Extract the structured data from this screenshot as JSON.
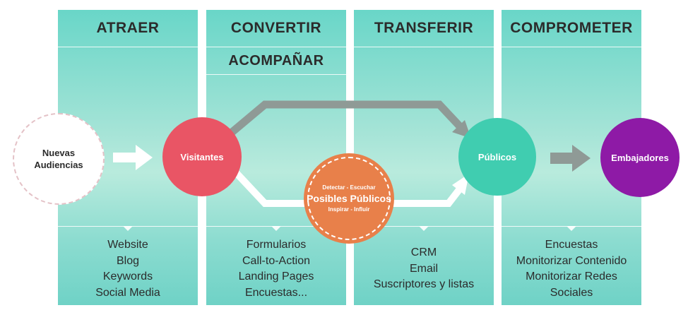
{
  "stages": [
    {
      "title": "ATRAER",
      "items": [
        "Website",
        "Blog",
        "Keywords",
        "Social Media"
      ]
    },
    {
      "title": "CONVERTIR",
      "subtitle": "ACOMPAÑAR",
      "items": [
        "Formularios",
        "Call-to-Action",
        "Landing Pages",
        "Encuestas..."
      ]
    },
    {
      "title": "TRANSFERIR",
      "items": [
        "CRM",
        "Email",
        "Suscriptores y listas"
      ]
    },
    {
      "title": "COMPROMETER",
      "items": [
        "Encuestas",
        "Monitorizar Contenido",
        "Monitorizar Redes",
        "Sociales"
      ]
    }
  ],
  "nodes": {
    "nuevas": {
      "line1": "Nuevas",
      "line2": "Audiencias"
    },
    "visitantes": "Visitantes",
    "posibles": {
      "top": "Detectar - Escuchar",
      "main": "Posibles Públicos",
      "bottom": "Inspirar - Influir"
    },
    "publicos": "Públicos",
    "embajadores": "Embajadores"
  },
  "colors": {
    "visitantes": "#e95565",
    "posibles": "#e8804a",
    "publicos": "#40cdb0",
    "embajadores": "#8e1aa6",
    "arrow_gray": "#8f9a96"
  }
}
